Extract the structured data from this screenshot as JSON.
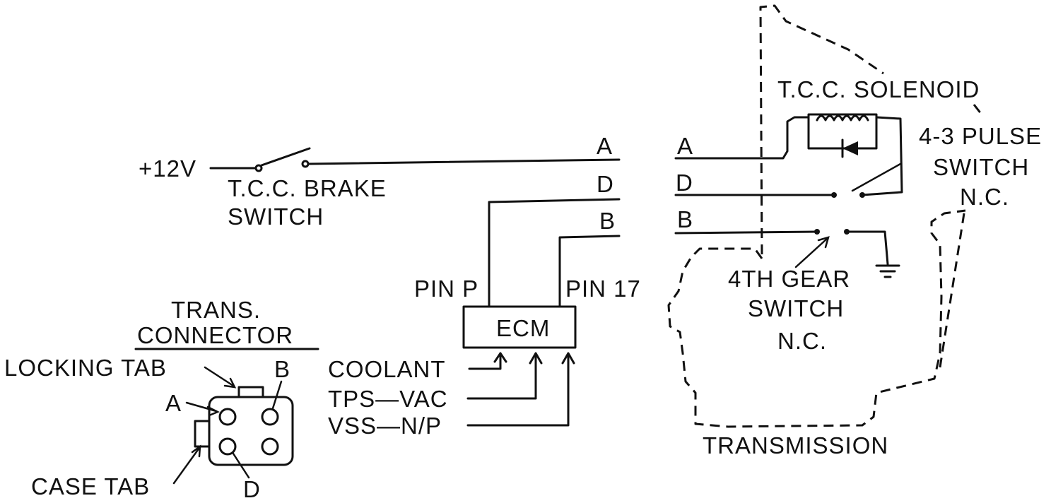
{
  "labels": {
    "plus12v": "+12V",
    "brake_switch_line1": "T.C.C. BRAKE",
    "brake_switch_line2": "SWITCH",
    "wire_a_left": "A",
    "wire_d_left": "D",
    "wire_b_left": "B",
    "wire_a_right": "A",
    "wire_d_right": "D",
    "wire_b_right": "B",
    "pin_p": "PIN P",
    "pin_17": "PIN 17",
    "ecm": "ECM",
    "coolant": "COOLANT",
    "tps_vac": "TPS—VAC",
    "vss_np": "VSS—N/P",
    "solenoid": "T.C.C. SOLENOID",
    "pulse_switch_line1": "4-3 PULSE",
    "pulse_switch_line2": "SWITCH",
    "pulse_switch_line3": "N.C.",
    "gear_switch_line1": "4TH GEAR",
    "gear_switch_line2": "SWITCH",
    "gear_switch_line3": "N.C.",
    "transmission": "TRANSMISSION",
    "connector_line1": "TRANS.",
    "connector_line2": "CONNECTOR",
    "locking_tab": "LOCKING TAB",
    "pin_a": "A",
    "pin_b": "B",
    "pin_d": "D",
    "case_tab": "CASE TAB"
  }
}
